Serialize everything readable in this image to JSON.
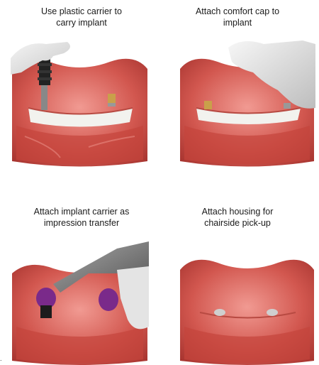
{
  "panels": [
    {
      "caption": "Use plastic carrier to\ncarry implant",
      "illustration": "plastic-carrier-implant-illustration"
    },
    {
      "caption": "Attach comfort cap to\nimplant",
      "illustration": "comfort-cap-illustration"
    },
    {
      "caption": "Attach implant carrier as\nimpression transfer",
      "illustration": "impression-transfer-illustration"
    },
    {
      "caption": "Attach housing for\nchairside pick-up",
      "illustration": "housing-pickup-illustration"
    }
  ],
  "stray_mark": "."
}
